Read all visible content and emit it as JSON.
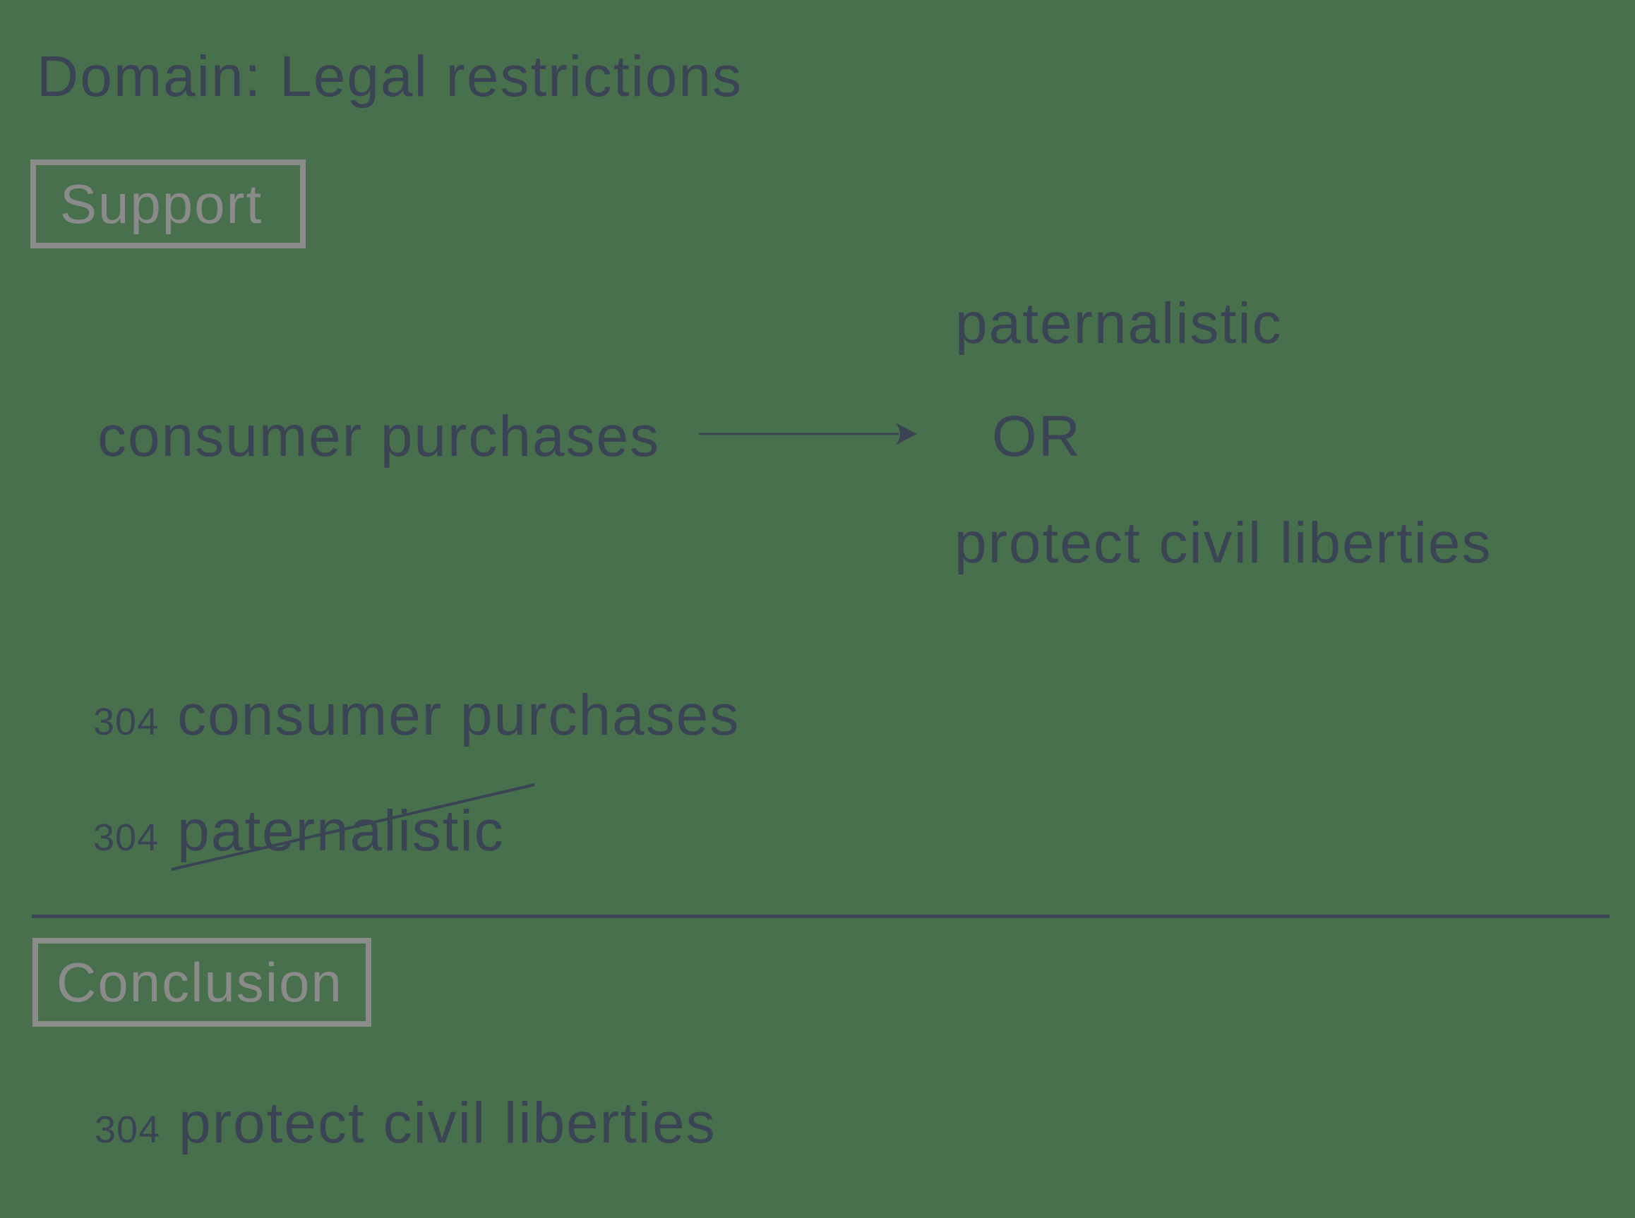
{
  "colors": {
    "background": "#48704C",
    "text": "#3B4455",
    "muted_box": "#8B8B8B"
  },
  "header": {
    "title": "Domain: Legal restrictions"
  },
  "support": {
    "label": "Support",
    "premise": "consumer purchases",
    "choice": {
      "top": "paternalistic",
      "connector": "OR",
      "bottom": "protect civil liberties"
    },
    "assignments": [
      {
        "ref": "304",
        "text": "consumer purchases",
        "struck": false
      },
      {
        "ref": "304",
        "text": "paternalistic",
        "struck": true
      }
    ]
  },
  "conclusion": {
    "label": "Conclusion",
    "result": {
      "ref": "304",
      "text": "protect civil liberties"
    }
  }
}
